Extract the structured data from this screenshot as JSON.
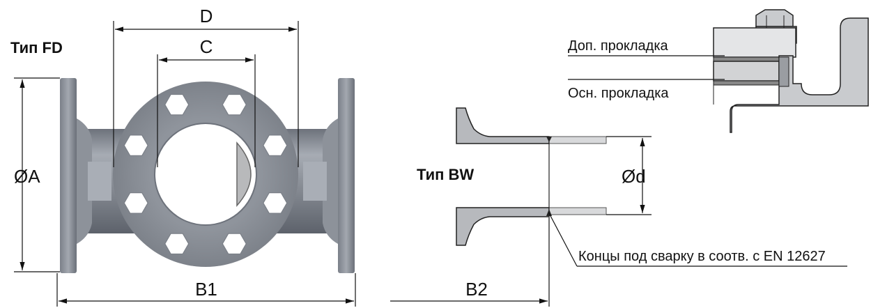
{
  "diagram": {
    "fd_view": {
      "type_label": "Тип FD",
      "dim_D": "D",
      "dim_C": "C",
      "dim_A": "ØA",
      "dim_B1": "B1"
    },
    "bw_view": {
      "type_label": "Тип BW",
      "dim_d": "Ød",
      "dim_B2": "B2",
      "weld_note": "Концы под сварку в соотв. с EN 12627"
    },
    "gasket_view": {
      "extra_gasket": "Доп. прокладка",
      "main_gasket": "Осн. прокладка"
    },
    "colors": {
      "body_gray": "#8a8f98",
      "body_dark": "#5c616a",
      "body_light": "#b9bec6",
      "line": "#111111"
    }
  }
}
